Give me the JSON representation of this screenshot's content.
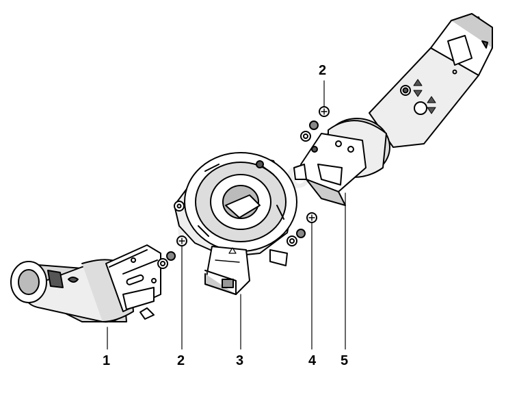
{
  "callouts": [
    {
      "id": "1",
      "text": "1"
    },
    {
      "id": "2a",
      "text": "2"
    },
    {
      "id": "3",
      "text": "3"
    },
    {
      "id": "4",
      "text": "4"
    },
    {
      "id": "5",
      "text": "5"
    },
    {
      "id": "2b",
      "text": "2"
    }
  ],
  "watermark": "Autodoc",
  "colors": {
    "line": "#000000",
    "fill": "#ffffff",
    "shade": "#d9d9d9"
  }
}
